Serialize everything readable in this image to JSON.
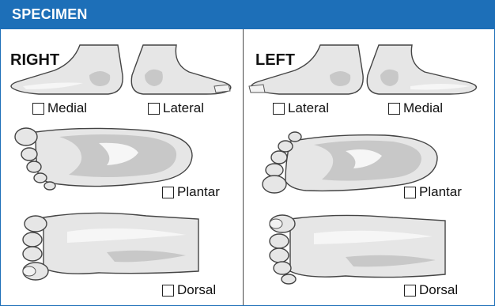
{
  "header": {
    "title": "SPECIMEN"
  },
  "right": {
    "label": "RIGHT",
    "views": {
      "medial": "Medial",
      "lateral": "Lateral",
      "plantar": "Plantar",
      "dorsal": "Dorsal"
    }
  },
  "left": {
    "label": "LEFT",
    "views": {
      "lateral": "Lateral",
      "medial": "Medial",
      "plantar": "Plantar",
      "dorsal": "Dorsal"
    }
  },
  "colors": {
    "header_bg": "#1d6fb8",
    "header_text": "#ffffff",
    "foot_fill": "#e6e6e6",
    "foot_shade": "#c8c8c8"
  }
}
